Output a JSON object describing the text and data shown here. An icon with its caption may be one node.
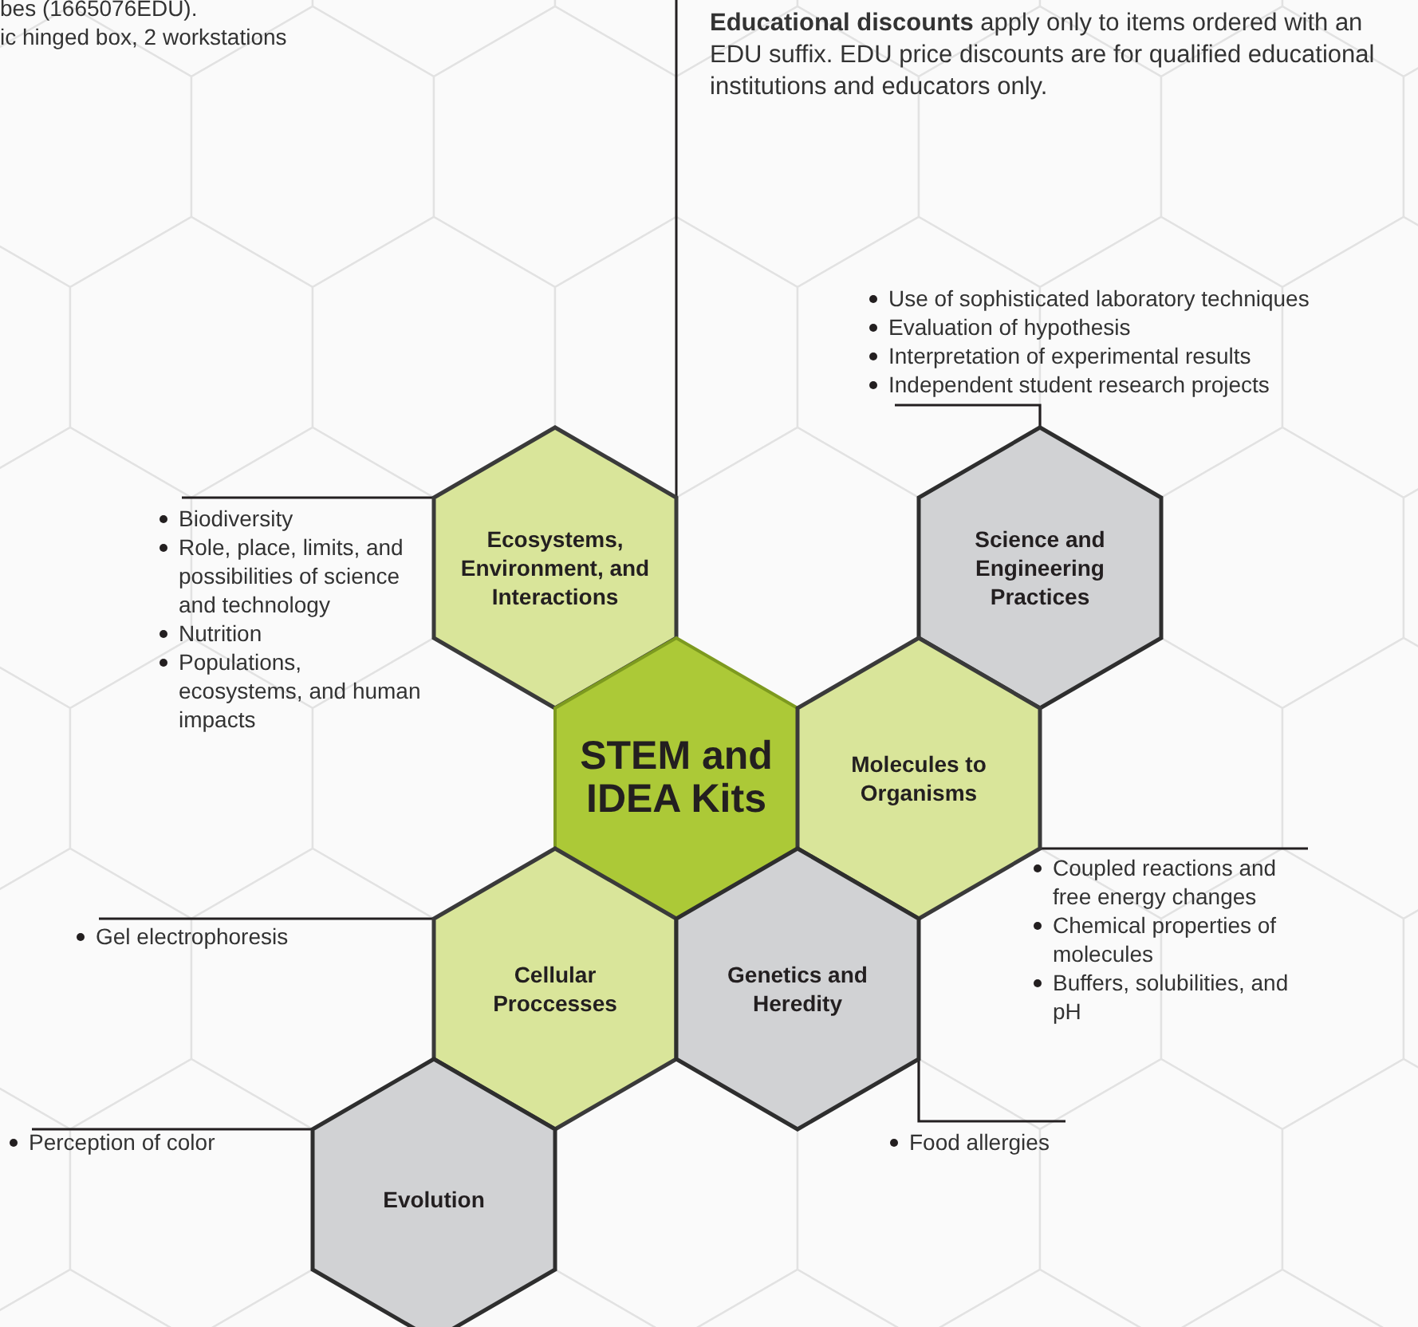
{
  "diagram": {
    "nodes": [
      {
        "text": [
          "Ecosystems, Environment, and Interactions"
        ]
      },
      {
        "text": [
          "Science and Engineering Practices"
        ]
      },
      {
        "text": [
          "STEM and IDEA Kits"
        ]
      },
      {
        "text": [
          "Molecules to Organisms"
        ]
      },
      {
        "text": [
          "Cellular Proccesses"
        ]
      },
      {
        "text": [
          "Genetics and Heredity"
        ]
      },
      {
        "text": [
          "Evolution"
        ]
      },
      {
        "text": [
          "Biodiversity",
          "Role, place, limits, and possibilities of science and technology",
          "Nutrition",
          "Populations, ecosystems, and human impacts"
        ]
      },
      {
        "text": [
          "Use of sophisticated laboratory techniques",
          "Evaluation of hypothesis",
          "Interpretation of experimental results",
          "Independent student research projects"
        ]
      },
      {
        "text": [
          "Coupled reactions and free energy changes",
          "Chemical properties of molecules",
          "Buffers, solubilities, and pH"
        ]
      },
      {
        "text": [
          "Gel electrophoresis"
        ]
      },
      {
        "text": [
          "Food allergies"
        ]
      },
      {
        "text": [
          "Perception of color"
        ]
      }
    ],
    "edges": [
      {
        "from": 0,
        "to": 7,
        "arrow": "none"
      },
      {
        "from": 1,
        "to": 8,
        "arrow": "none"
      },
      {
        "from": 3,
        "to": 9,
        "arrow": "none"
      },
      {
        "from": 4,
        "to": 10,
        "arrow": "none"
      },
      {
        "from": 5,
        "to": 11,
        "arrow": "none"
      },
      {
        "from": 6,
        "to": 12,
        "arrow": "none"
      }
    ],
    "labels": [
      "bes (1665076EDU).",
      "ic hinged box, 2 workstations",
      "**Educational discounts** apply only to items ordered with an EDU suffix. EDU price discounts are for qualified educational institutions and educators only."
    ]
  }
}
